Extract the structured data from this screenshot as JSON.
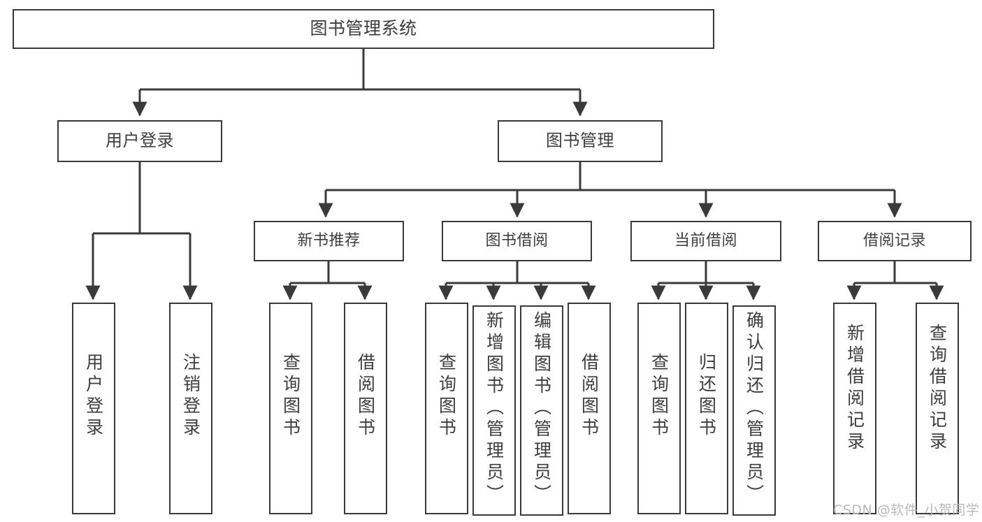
{
  "diagram": {
    "type": "tree-hierarchy",
    "title": "图书管理系统",
    "watermark": "CSDN @软件_小贺同学",
    "colors": {
      "background": "#ffffff",
      "box_fill": "#ffffff",
      "box_stroke": "#3a3a3a",
      "text": "#3d3d3d",
      "connector": "#3a3a3a",
      "watermark": "#b9b9b9"
    },
    "root": {
      "id": "root",
      "label": "图书管理系统"
    },
    "level1": [
      {
        "id": "user-login",
        "label": "用户登录"
      },
      {
        "id": "book-manage",
        "label": "图书管理"
      }
    ],
    "level2": [
      {
        "id": "new-book-rec",
        "label": "新书推荐",
        "parent": "book-manage"
      },
      {
        "id": "book-borrow",
        "label": "图书借阅",
        "parent": "book-manage"
      },
      {
        "id": "current-borrow",
        "label": "当前借阅",
        "parent": "book-manage"
      },
      {
        "id": "borrow-record",
        "label": "借阅记录",
        "parent": "book-manage"
      }
    ],
    "leaves": [
      {
        "id": "leaf-user-login",
        "label": "用户登录",
        "parent": "user-login"
      },
      {
        "id": "leaf-user-logout",
        "label": "注销登录",
        "parent": "user-login"
      },
      {
        "id": "leaf-query-book-1",
        "label": "查询图书",
        "parent": "new-book-rec"
      },
      {
        "id": "leaf-borrow-book-1",
        "label": "借阅图书",
        "parent": "new-book-rec"
      },
      {
        "id": "leaf-query-book-2",
        "label": "查询图书",
        "parent": "book-borrow"
      },
      {
        "id": "leaf-add-book",
        "label": "新增图书（管理员）",
        "parent": "book-borrow"
      },
      {
        "id": "leaf-edit-book",
        "label": "编辑图书（管理员）",
        "parent": "book-borrow"
      },
      {
        "id": "leaf-borrow-book-2",
        "label": "借阅图书",
        "parent": "book-borrow"
      },
      {
        "id": "leaf-query-book-3",
        "label": "查询图书",
        "parent": "current-borrow"
      },
      {
        "id": "leaf-return-book",
        "label": "归还图书",
        "parent": "current-borrow"
      },
      {
        "id": "leaf-confirm-return",
        "label": "确认归还（管理员）",
        "parent": "current-borrow"
      },
      {
        "id": "leaf-add-record",
        "label": "新增借阅记录",
        "parent": "borrow-record"
      },
      {
        "id": "leaf-query-record",
        "label": "查询借阅记录",
        "parent": "borrow-record"
      }
    ]
  }
}
